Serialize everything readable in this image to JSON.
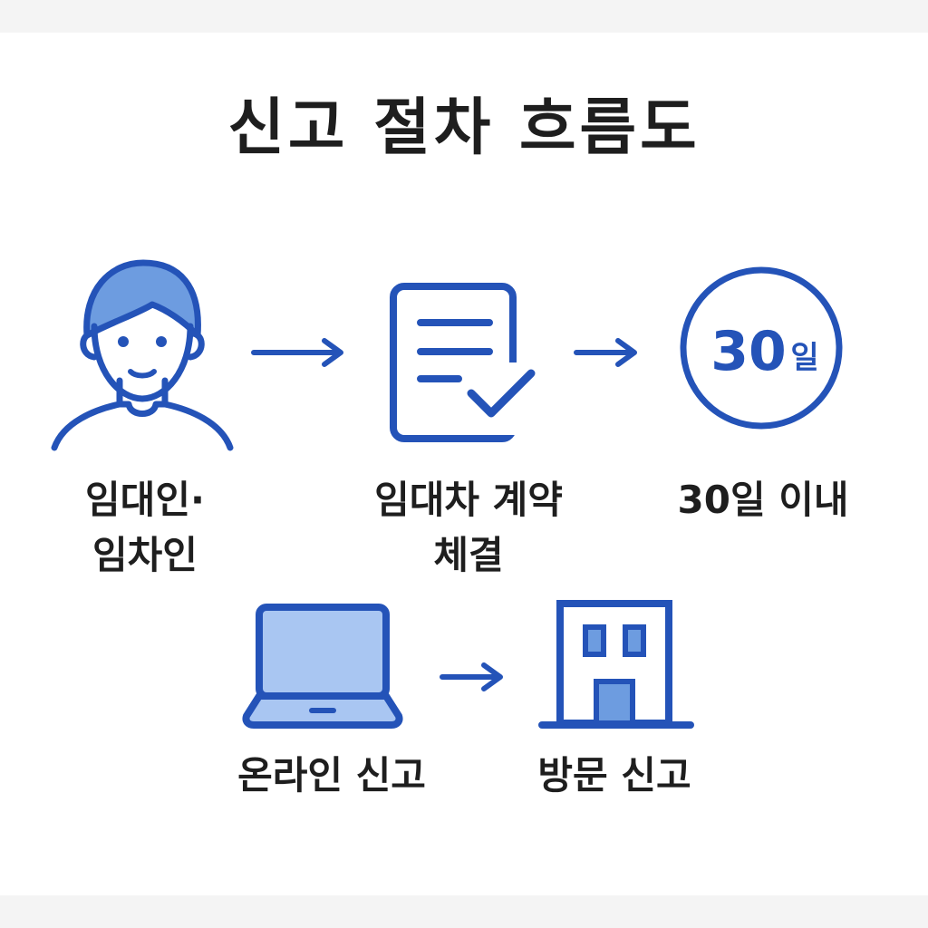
{
  "title": "신고 절차 흐름도",
  "colors": {
    "accent": "#2453b8",
    "fill_light": "#a9c6f2",
    "fill_mid": "#6d9ce0",
    "text": "#1e1e1e",
    "background": "#ffffff"
  },
  "steps": [
    {
      "icon": "person-icon",
      "label_line1": "임대인·",
      "label_line2": "임차인"
    },
    {
      "icon": "document-check-icon",
      "label_line1": "임대차 계약",
      "label_line2": "체결"
    },
    {
      "icon": "deadline-circle-icon",
      "badge_number": "30",
      "badge_unit": "일",
      "label_line1": "30일 이내"
    }
  ],
  "methods": [
    {
      "icon": "laptop-icon",
      "label": "온라인 신고"
    },
    {
      "icon": "building-icon",
      "label": "방문 신고"
    }
  ]
}
